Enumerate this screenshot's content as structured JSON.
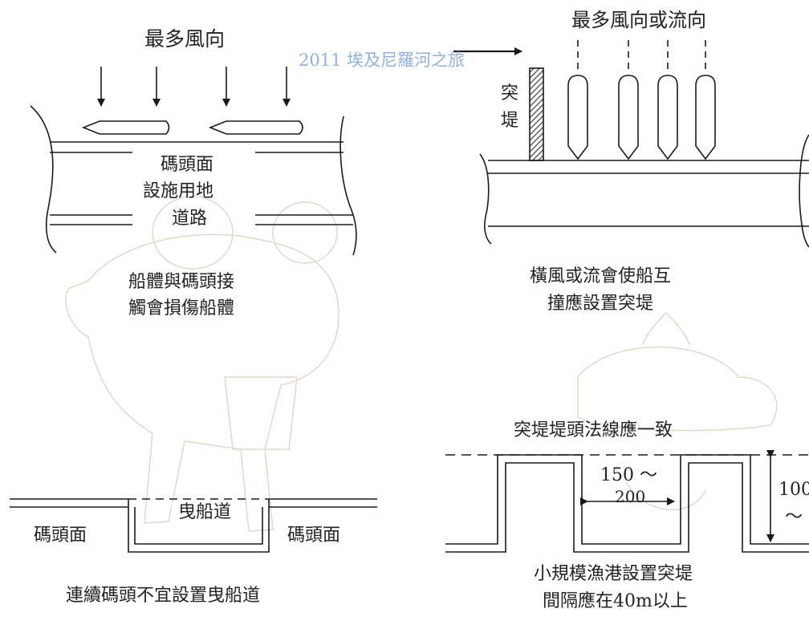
{
  "colors": {
    "ink": "#1a1a1a",
    "watermark_text": "#8fb2e0",
    "watermark_art": "#c9b9a3"
  },
  "watermark": {
    "text": "2011 埃及尼羅河之旅"
  },
  "panel_top_left": {
    "wind_title": "最多風向",
    "berth_labels": [
      "碼頭面",
      "設施用地",
      "道路"
    ],
    "caption_lines": [
      "船體與碼頭接",
      "觸會損傷船體"
    ]
  },
  "panel_top_right": {
    "wind_title": "最多風向或流向",
    "jetty_label_chars": [
      "突",
      "堤"
    ],
    "caption_lines": [
      "橫風或流會使船互",
      "撞應設置突堤"
    ]
  },
  "panel_bottom_left": {
    "slipway_label": "曳船道",
    "quay_left": "碼頭面",
    "quay_right": "碼頭面",
    "caption": "連續碼頭不宜設置曳船道"
  },
  "panel_bottom_right": {
    "alignment_label": "突堤堤頭法線應一致",
    "gap_dimension_lines": [
      "150 ～",
      "200"
    ],
    "depth_dimension_lines": [
      "100",
      "～"
    ],
    "caption_lines": [
      "小規模漁港設置突堤",
      "間隔應在40m以上"
    ]
  }
}
